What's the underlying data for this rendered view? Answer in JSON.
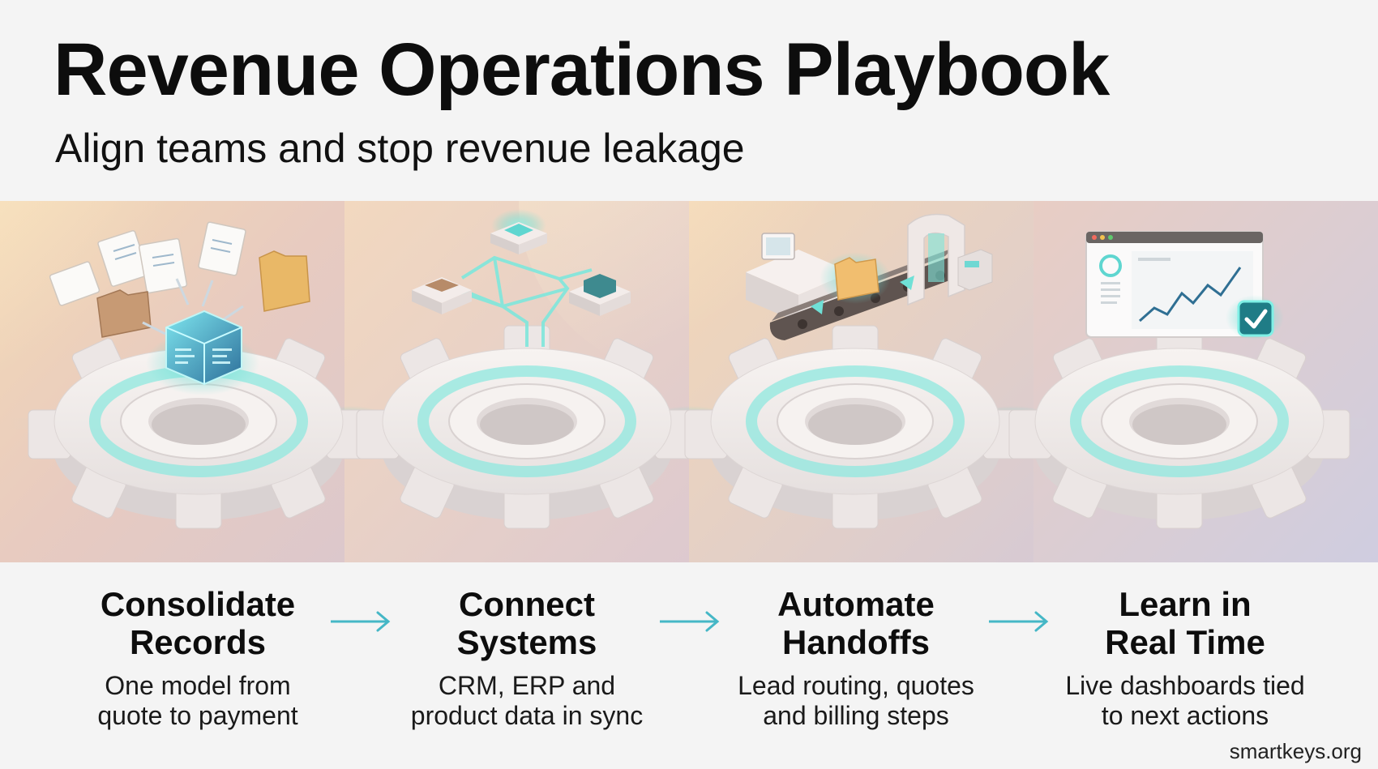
{
  "header": {
    "title": "Revenue Operations Playbook",
    "subtitle": "Align teams and stop revenue leakage"
  },
  "steps": [
    {
      "title": "Consolidate\nRecords",
      "description": "One model from\nquote to payment",
      "icon": "data-cube-icon"
    },
    {
      "title": "Connect\nSystems",
      "description": "CRM, ERP and\nproduct data in sync",
      "icon": "network-nodes-icon"
    },
    {
      "title": "Automate\nHandoffs",
      "description": "Lead routing, quotes\nand billing steps",
      "icon": "conveyor-belt-icon"
    },
    {
      "title": "Learn in\nReal Time",
      "description": "Live dashboards tied\nto next actions",
      "icon": "dashboard-chart-icon"
    }
  ],
  "footer": {
    "site": "smartkeys.org"
  },
  "colors": {
    "accent": "#3ec9c0",
    "gear": "#eeeaea",
    "arrow": "#45b7c6"
  }
}
